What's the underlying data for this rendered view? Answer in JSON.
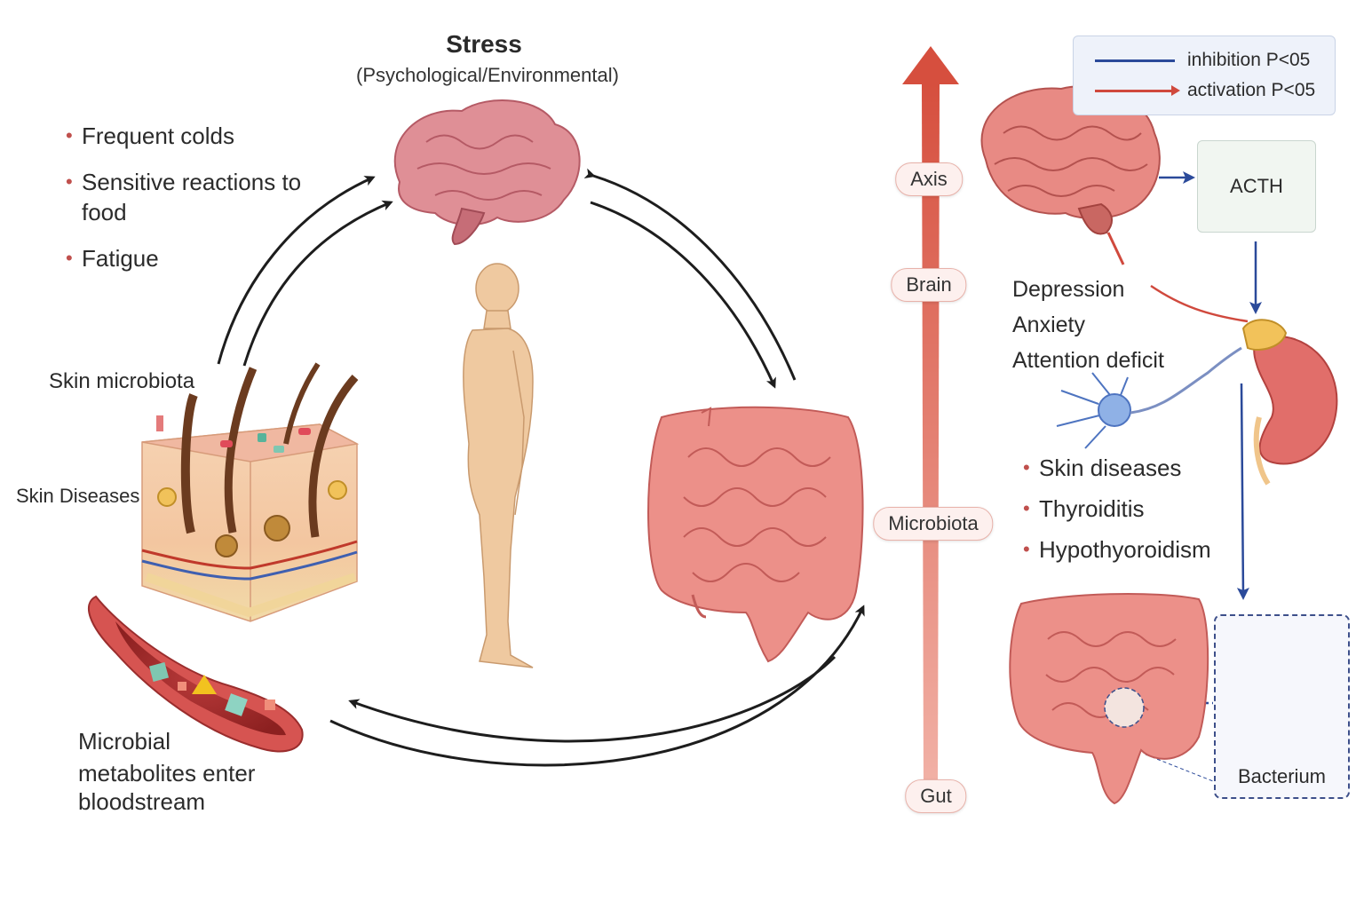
{
  "header": {
    "title": "Stress",
    "subtitle": "(Psychological/Environmental)"
  },
  "symptoms": [
    "Frequent colds",
    "Sensitive reactions to food",
    "Fatigue"
  ],
  "labels": {
    "skin_microbiota": "Skin microbiota",
    "skin_diseases": "Skin Diseases",
    "metabolites": [
      "Microbial",
      "metabolites enter",
      "bloodstream"
    ]
  },
  "axis_pills": {
    "axis": "Axis",
    "brain": "Brain",
    "microbiota": "Microbiota",
    "gut": "Gut"
  },
  "legend": {
    "inhibition": "inhibition P<05",
    "activation": "activation P<05",
    "inhibition_color": "#2b4a9a",
    "activation_color": "#d0493d"
  },
  "hormone": {
    "label": "ACTH"
  },
  "mental_effects": [
    "Depression",
    "Anxiety",
    "Attention deficit"
  ],
  "diseases": [
    "Skin diseases",
    "Thyroiditis",
    "Hypothyoroidism"
  ],
  "bacteria": {
    "label": "Bacterium"
  },
  "colors": {
    "axis_arrow": "#d95a4a",
    "organ_pink": "#e98a8a",
    "brain_pink": "#d9818a",
    "skin_tone": "#f1c9a0"
  }
}
